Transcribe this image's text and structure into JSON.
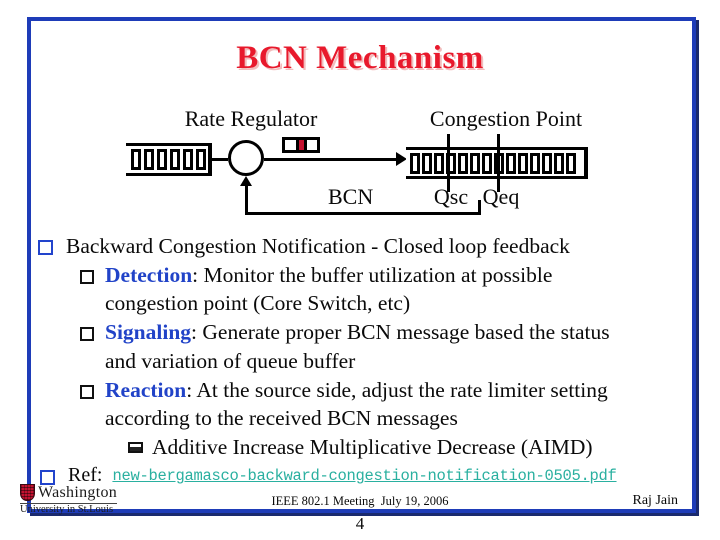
{
  "slide": {
    "title": "BCN Mechanism",
    "page_number": "4"
  },
  "diagram": {
    "rate_regulator_label": "Rate Regulator",
    "congestion_point_label": "Congestion Point",
    "bcn_label": "BCN",
    "qsc_label": "Qsc",
    "qeq_label": "Qeq",
    "left_queue_slots": 6,
    "right_queue_slots": 14
  },
  "bullets": [
    {
      "lines": [
        "Backward Congestion Notification - Closed loop feedback"
      ]
    },
    {
      "lead": "Detection",
      "lines": [
        ": Monitor the buffer utilization at possible",
        "congestion point (Core Switch, etc)"
      ]
    },
    {
      "lead": "Signaling",
      "lines": [
        ": Generate proper BCN message based the status",
        "and variation of queue buffer"
      ]
    },
    {
      "lead": "Reaction",
      "lines": [
        ": At the source side, adjust the rate limiter setting",
        "according to the received BCN messages"
      ]
    },
    {
      "lines": [
        "Additive Increase Multiplicative Decrease (AIMD)"
      ]
    }
  ],
  "ref": {
    "label": "Ref:",
    "link_text": "new-bergamasco-backward-congestion-notification-0505.pdf"
  },
  "footer": {
    "logo_line1": "Washington",
    "logo_line2": "University in St.Louis",
    "meeting": "IEEE 802.1 Meeting  July 19, 2006",
    "author": "Raj Jain"
  },
  "colors": {
    "title_red": "#e8192c",
    "accent_blue": "#2244cc",
    "link_teal": "#2ab0a0",
    "border_blue": "#1e3cb8",
    "packet_red": "#c41230"
  }
}
